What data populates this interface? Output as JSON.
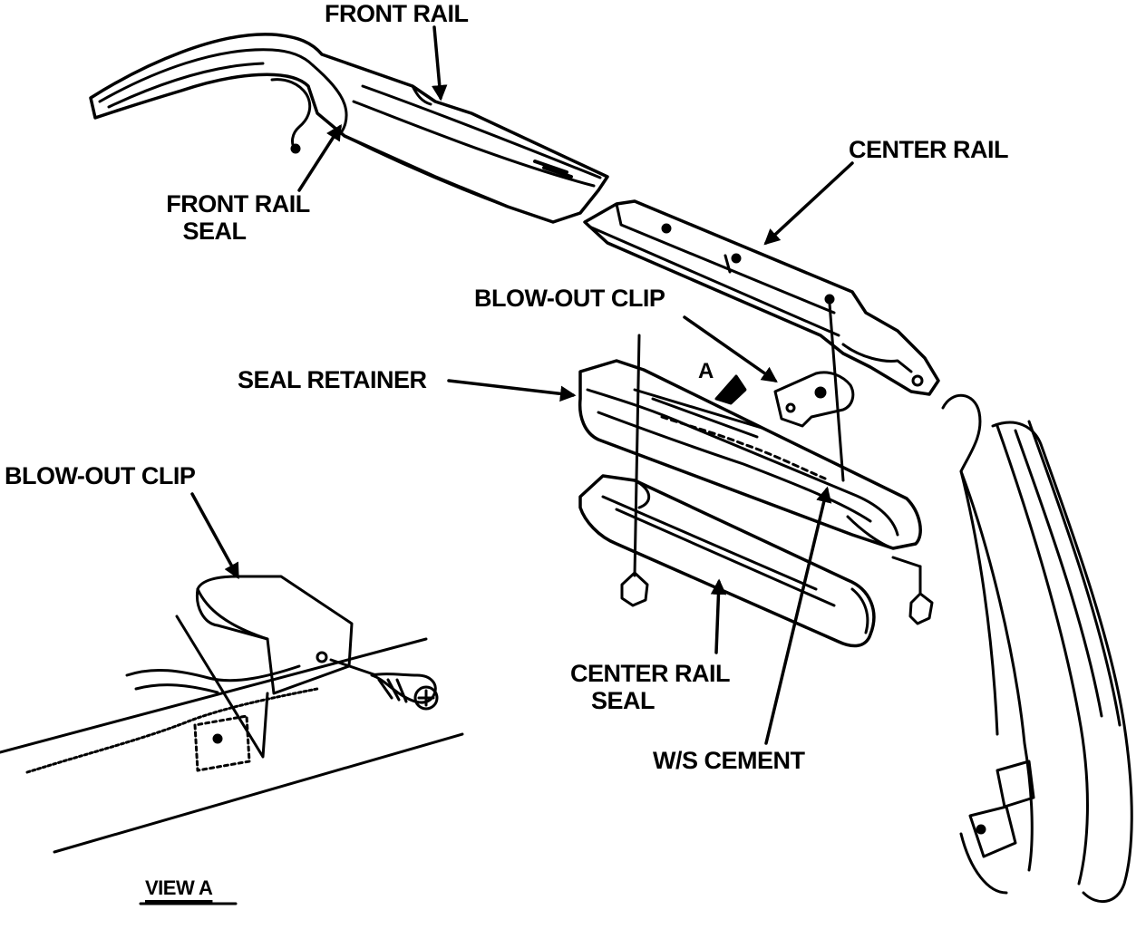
{
  "labels": {
    "front_rail": "FRONT RAIL",
    "front_rail_seal_1": "FRONT RAIL",
    "front_rail_seal_2": "SEAL",
    "center_rail": "CENTER RAIL",
    "blow_out_clip_top": "BLOW-OUT CLIP",
    "seal_retainer": "SEAL RETAINER",
    "view_marker": "A",
    "blow_out_clip_view": "BLOW-OUT CLIP",
    "center_rail_seal_1": "CENTER RAIL",
    "center_rail_seal_2": "SEAL",
    "ws_cement": "W/S CEMENT",
    "view_a": "VIEW A"
  },
  "colors": {
    "ink": "#000000",
    "paper": "#ffffff"
  }
}
